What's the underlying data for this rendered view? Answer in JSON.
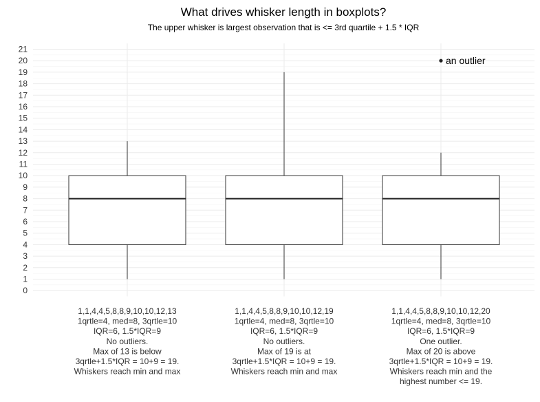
{
  "chart_data": {
    "type": "boxplot",
    "title": "What drives whisker length in boxplots?",
    "subtitle": "The upper whisker is largest observation that is <= 3rd quartile + 1.5 * IQR",
    "xlabel": "",
    "ylabel": "",
    "ylim": [
      -0.5,
      21.5
    ],
    "yticks": [
      0,
      1,
      2,
      3,
      4,
      5,
      6,
      7,
      8,
      9,
      10,
      11,
      12,
      13,
      14,
      15,
      16,
      17,
      18,
      19,
      20,
      21
    ],
    "grid": true,
    "categories": [
      [
        "1,1,4,4,5,8,8,9,10,10,12,13",
        "1qrtle=4, med=8, 3qrtle=10",
        "IQR=6, 1.5*IQR=9",
        "No outliers.",
        "Max of 13 is below",
        "3qrtle+1.5*IQR = 10+9 = 19.",
        "Whiskers reach min and max"
      ],
      [
        "1,1,4,4,5,8,8,9,10,10,12,19",
        "1qrtle=4, med=8, 3qrtle=10",
        "IQR=6, 1.5*IQR=9",
        "No outliers.",
        "Max of 19 is at",
        "3qrtle+1.5*IQR = 10+9 = 19.",
        "Whiskers reach min and max"
      ],
      [
        "1,1,4,4,5,8,8,9,10,10,12,20",
        "1qrtle=4, med=8, 3qrtle=10",
        "IQR=6, 1.5*IQR=9",
        "One outlier.",
        "Max of 20 is above",
        "3qrtle+1.5*IQR = 10+9 = 19.",
        "Whiskers reach min and the",
        "highest number <= 19."
      ]
    ],
    "boxes": [
      {
        "min": 1,
        "q1": 4,
        "median": 8,
        "q3": 10,
        "max": 13,
        "outliers": []
      },
      {
        "min": 1,
        "q1": 4,
        "median": 8,
        "q3": 10,
        "max": 19,
        "outliers": []
      },
      {
        "min": 1,
        "q1": 4,
        "median": 8,
        "q3": 10,
        "max": 12,
        "outliers": [
          20
        ]
      }
    ],
    "annotations": [
      {
        "text": "an outlier",
        "category_index": 2,
        "y": 20
      }
    ]
  }
}
